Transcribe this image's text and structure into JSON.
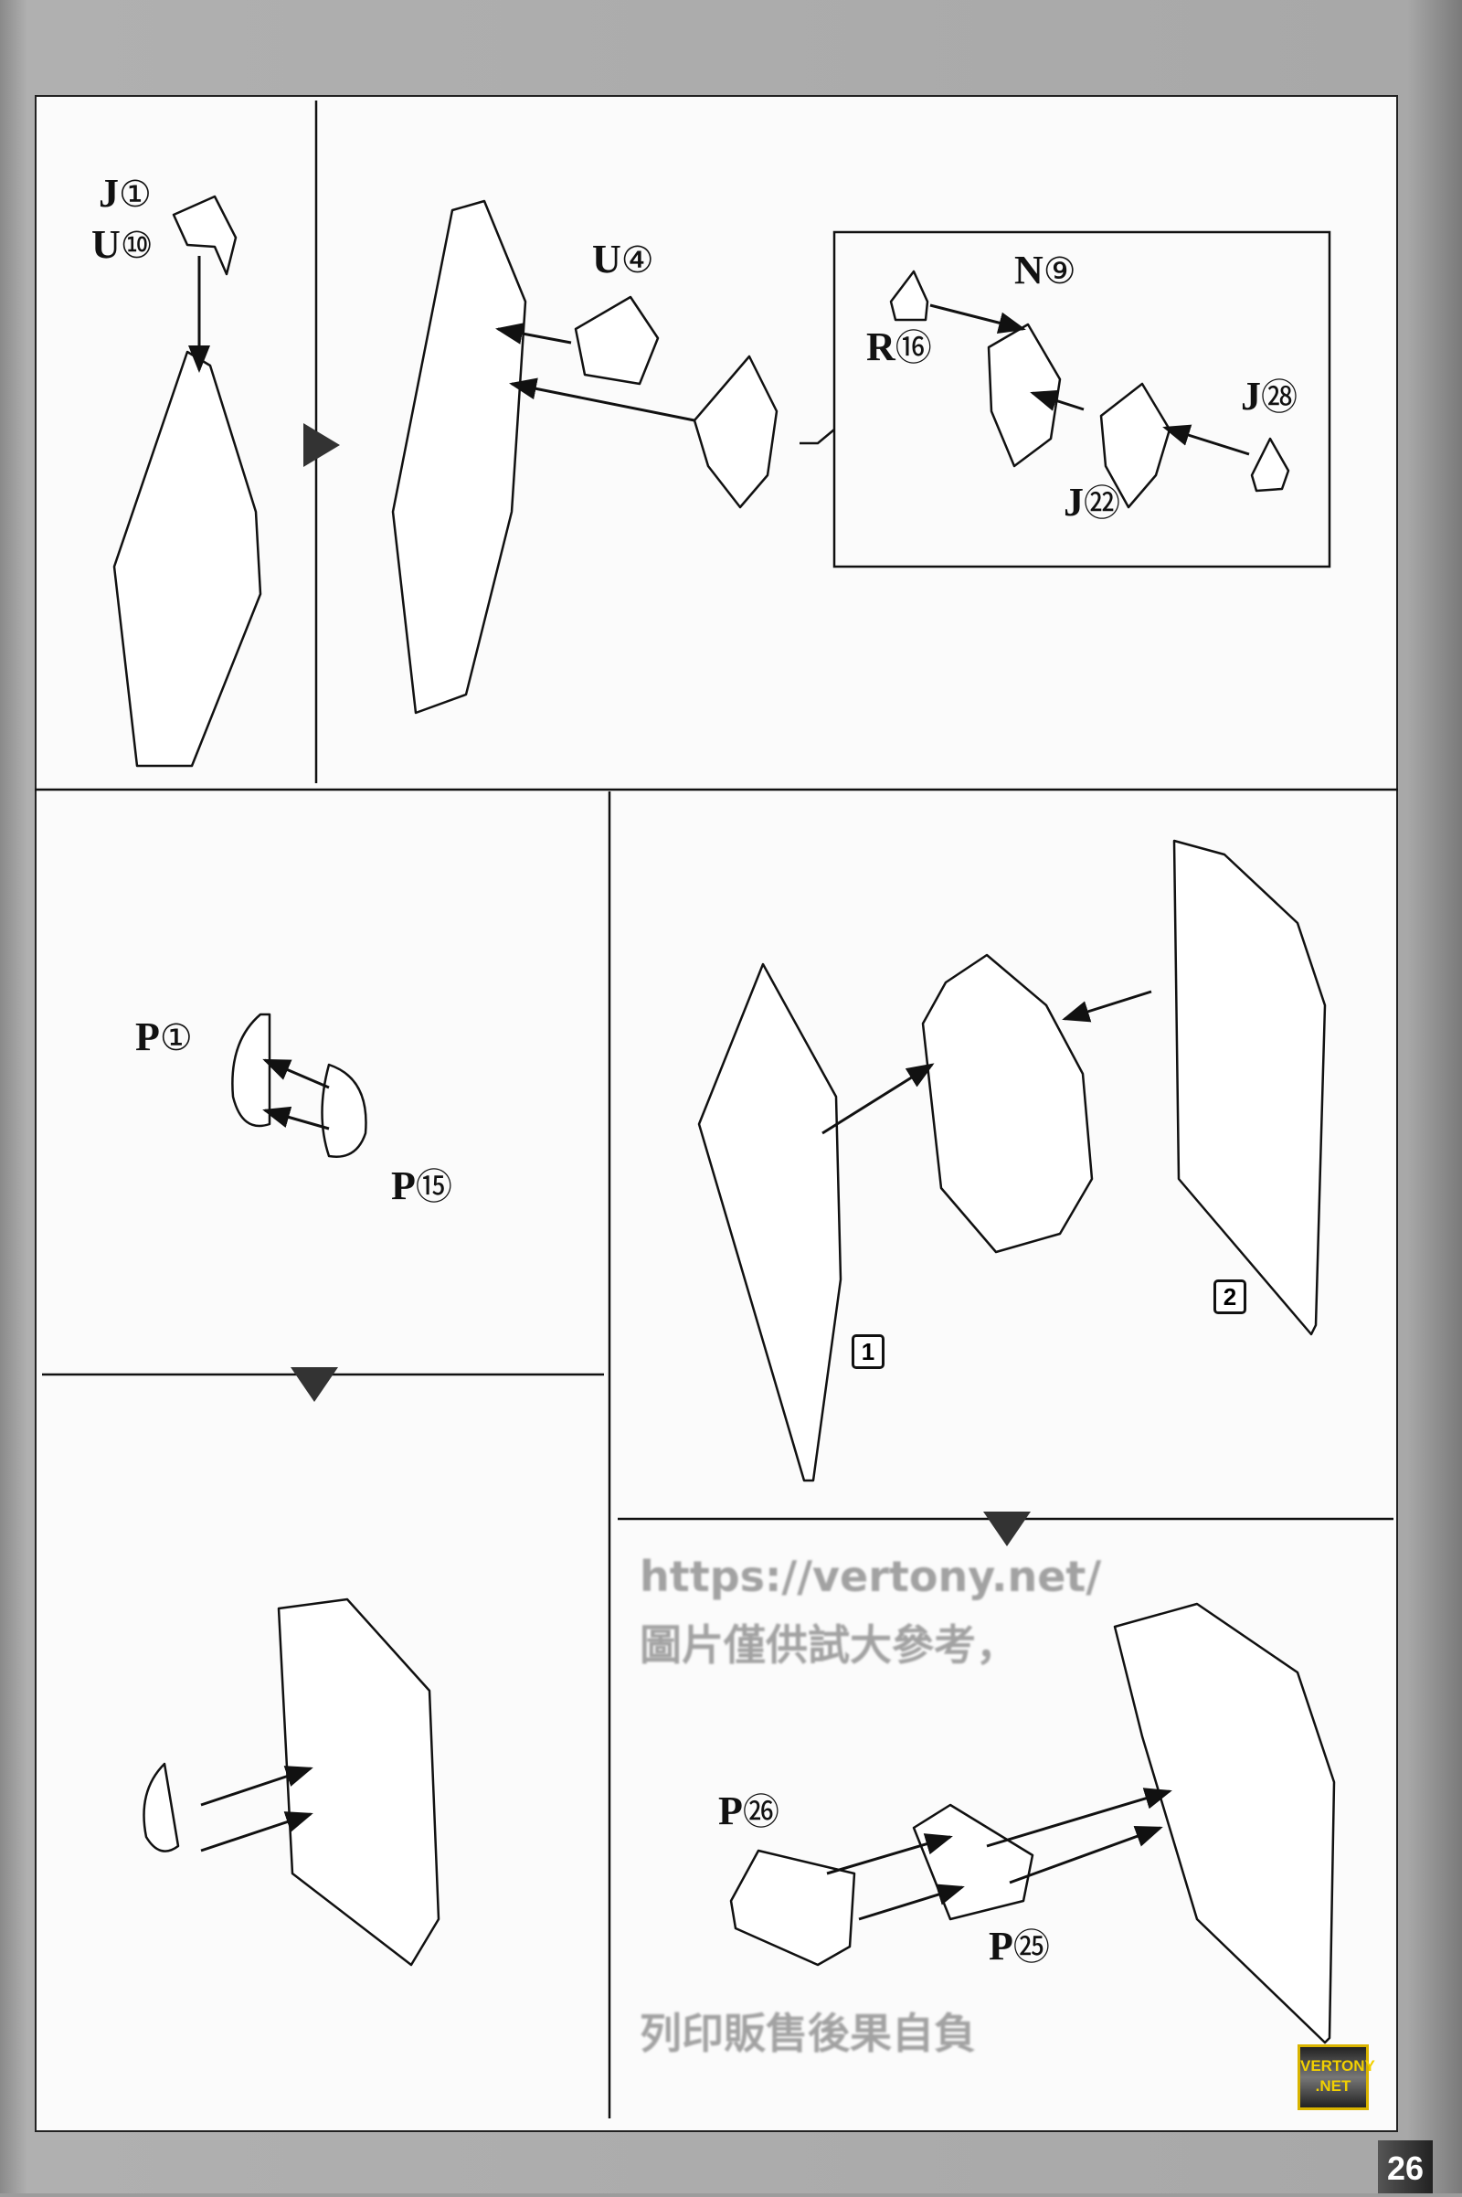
{
  "page_number": "26",
  "top_left": {
    "part_a": {
      "letter": "J",
      "num": "①"
    },
    "part_b": {
      "letter": "U",
      "num": "⑩"
    }
  },
  "top_right": {
    "part": {
      "letter": "U",
      "num": "④"
    }
  },
  "inset": {
    "n9": {
      "letter": "N",
      "num": "⑨"
    },
    "r16": {
      "letter": "R",
      "num": "⑯"
    },
    "j28": {
      "letter": "J",
      "num": "㉘"
    },
    "j22": {
      "letter": "J",
      "num": "㉒"
    }
  },
  "middle_left": {
    "p1": {
      "letter": "P",
      "num": "①"
    },
    "p15": {
      "letter": "P",
      "num": "⑮"
    }
  },
  "middle_right": {
    "step1": "1",
    "step2": "2"
  },
  "bottom_right": {
    "p26": {
      "letter": "P",
      "num": "㉖"
    },
    "p25": {
      "letter": "P",
      "num": "㉕"
    }
  },
  "watermark": {
    "url": "https://vertony.net/",
    "line1": "圖片僅供試大參考，",
    "line2": "列印販售後果自負"
  },
  "logo": {
    "line1": "VERTONY",
    "line2": ".NET"
  }
}
